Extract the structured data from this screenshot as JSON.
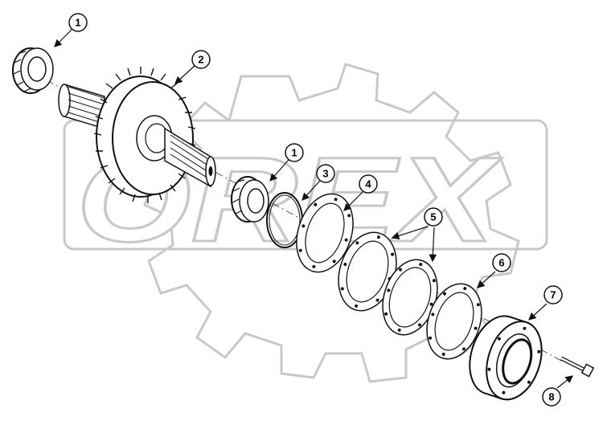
{
  "watermark": {
    "text": "OREX",
    "color": "#c8c8c8"
  },
  "callouts": [
    {
      "id": "c1a",
      "label": "1"
    },
    {
      "id": "c2",
      "label": "2"
    },
    {
      "id": "c1b",
      "label": "1"
    },
    {
      "id": "c3",
      "label": "3"
    },
    {
      "id": "c4",
      "label": "4"
    },
    {
      "id": "c5",
      "label": "5"
    },
    {
      "id": "c6",
      "label": "6"
    },
    {
      "id": "c7",
      "label": "7"
    },
    {
      "id": "c8",
      "label": "8"
    }
  ],
  "parts": [
    {
      "ref": "1",
      "icon": "tapered-roller-bearing-icon"
    },
    {
      "ref": "2",
      "icon": "gear-shaft-icon"
    },
    {
      "ref": "3",
      "icon": "snap-ring-icon"
    },
    {
      "ref": "4",
      "icon": "gasket-icon"
    },
    {
      "ref": "5",
      "icon": "shim-icon"
    },
    {
      "ref": "6",
      "icon": "gasket-icon"
    },
    {
      "ref": "7",
      "icon": "bearing-cap-icon"
    },
    {
      "ref": "8",
      "icon": "bolt-icon"
    }
  ],
  "colors": {
    "line": "#111111",
    "watermark": "#c8c8c8",
    "background": "#ffffff"
  }
}
